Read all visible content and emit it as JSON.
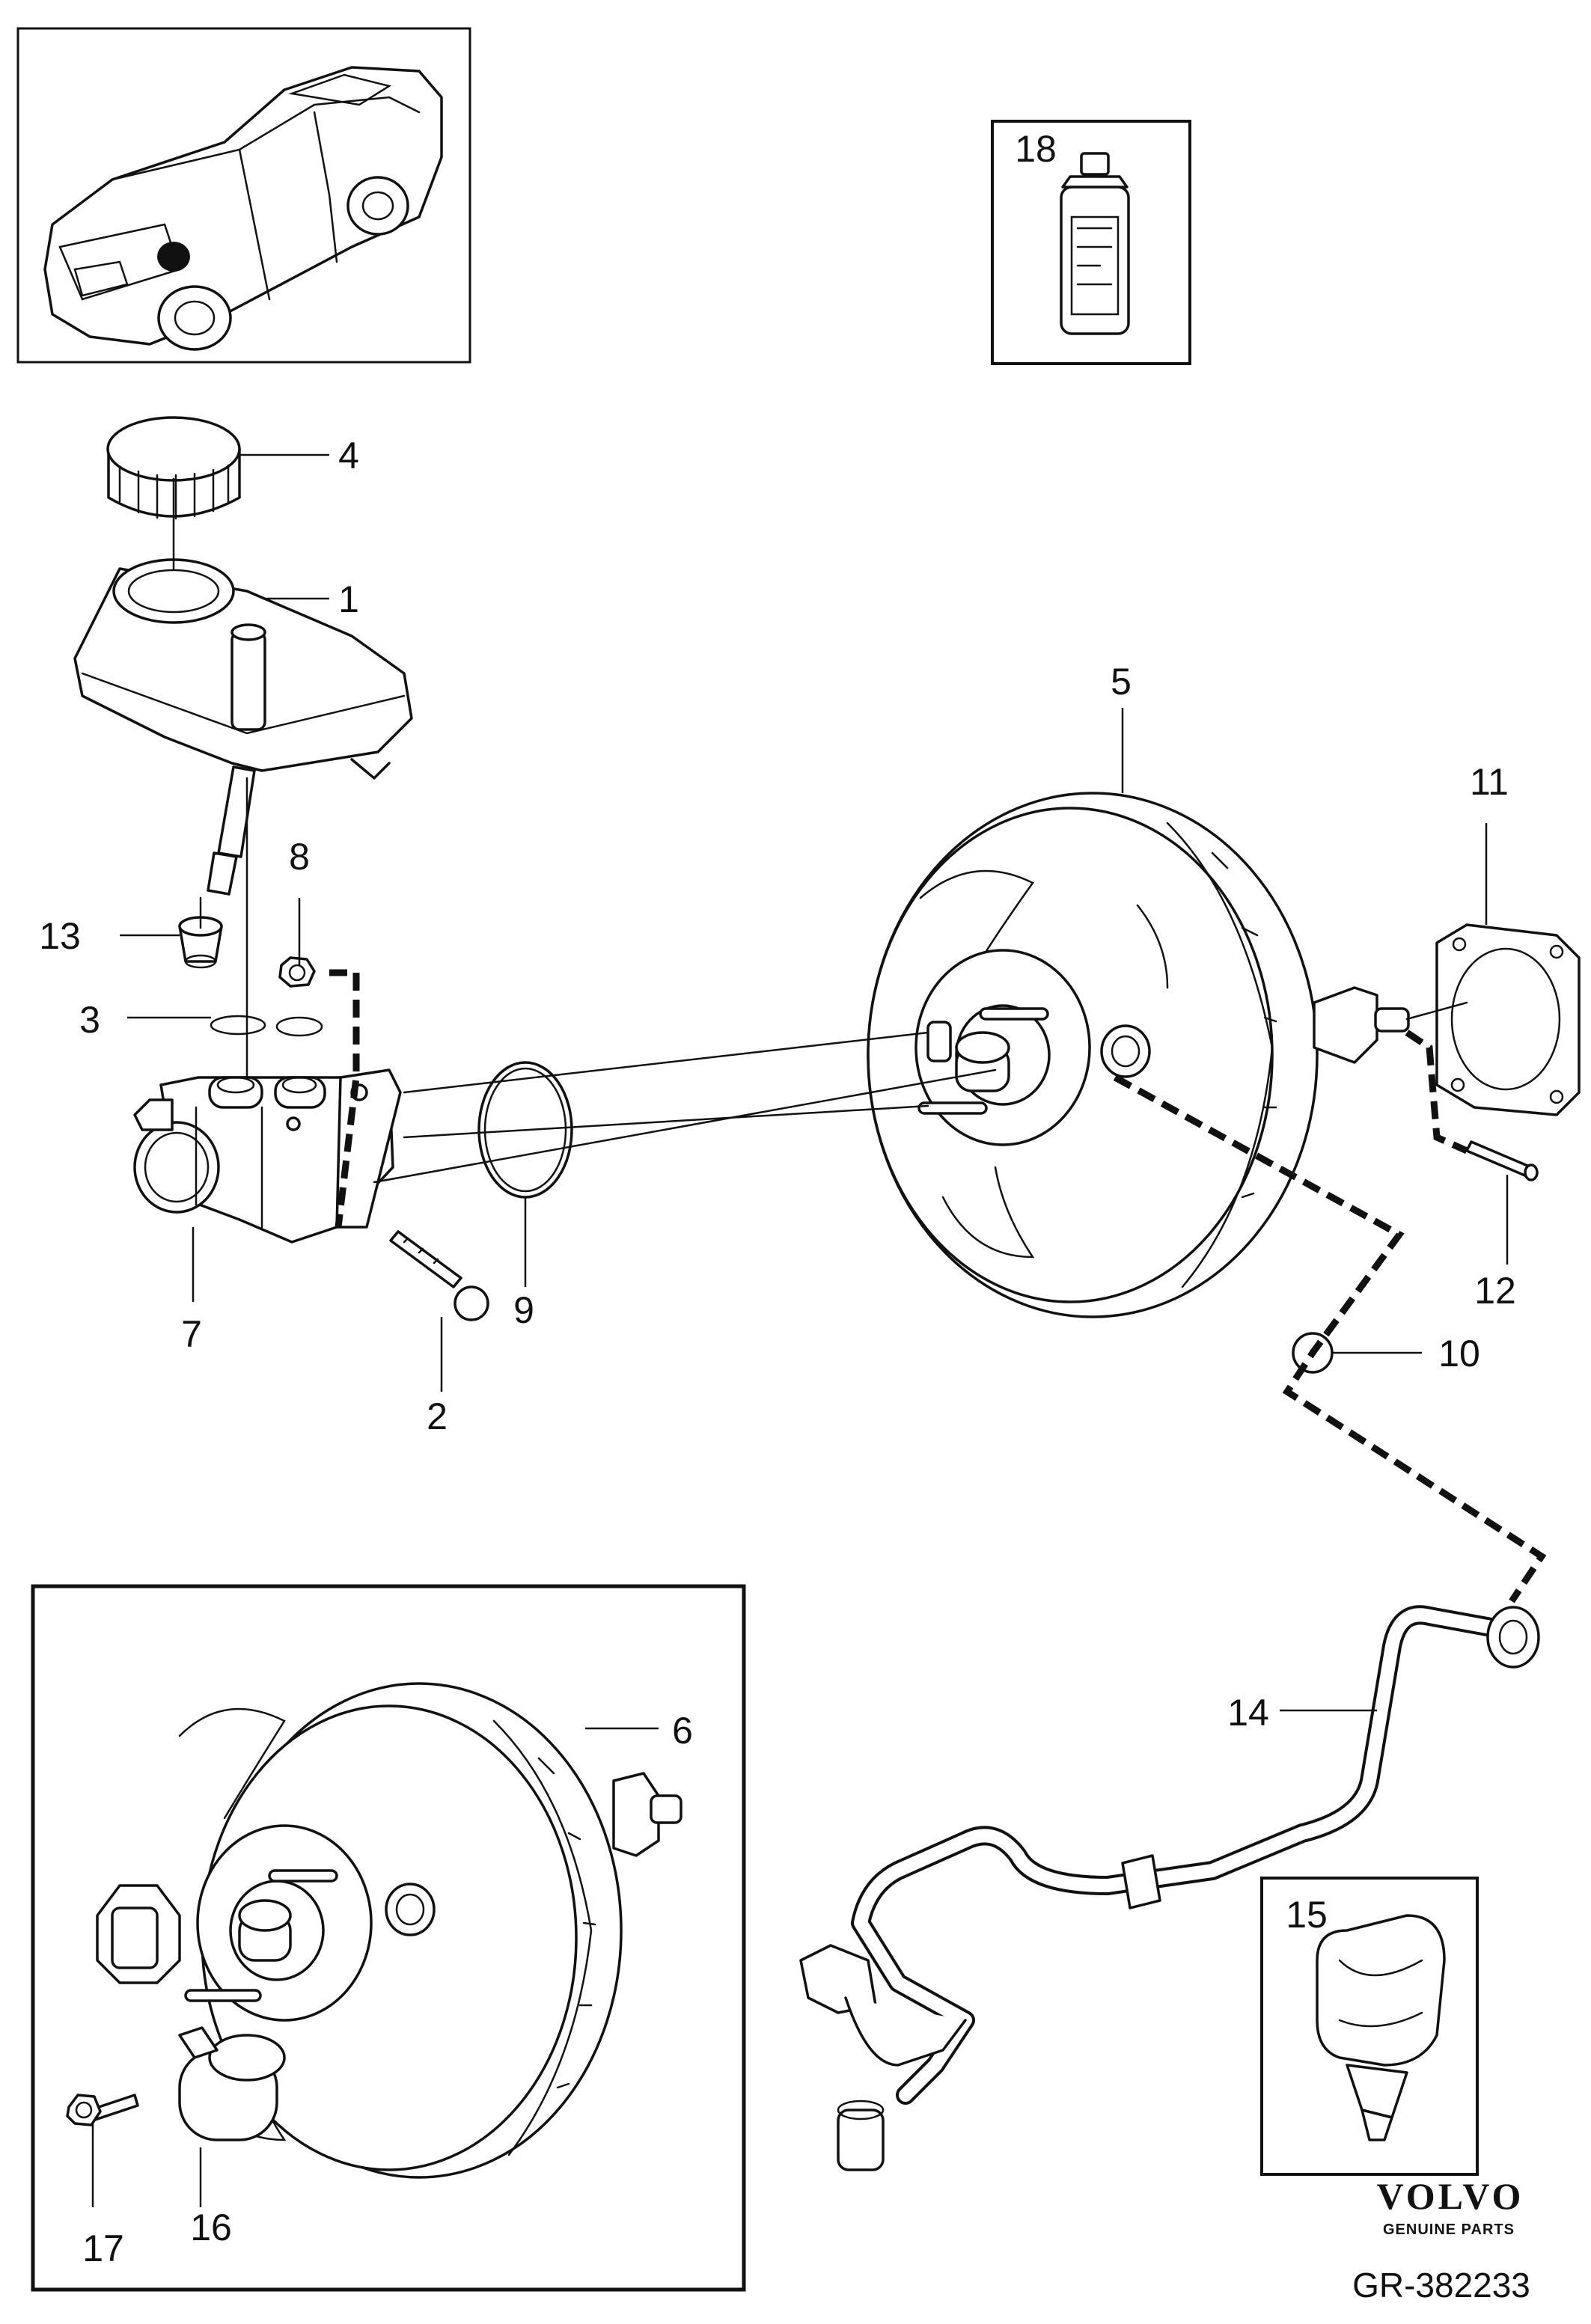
{
  "callouts": [
    {
      "id": "c1",
      "text": "1"
    },
    {
      "id": "c2",
      "text": "2"
    },
    {
      "id": "c3",
      "text": "3"
    },
    {
      "id": "c4",
      "text": "4"
    },
    {
      "id": "c5",
      "text": "5"
    },
    {
      "id": "c6",
      "text": "6"
    },
    {
      "id": "c7",
      "text": "7"
    },
    {
      "id": "c8",
      "text": "8"
    },
    {
      "id": "c9",
      "text": "9"
    },
    {
      "id": "c10",
      "text": "10"
    },
    {
      "id": "c11",
      "text": "11"
    },
    {
      "id": "c12",
      "text": "12"
    },
    {
      "id": "c13",
      "text": "13"
    },
    {
      "id": "c14",
      "text": "14"
    },
    {
      "id": "c15",
      "text": "15"
    },
    {
      "id": "c16",
      "text": "16"
    },
    {
      "id": "c17",
      "text": "17"
    },
    {
      "id": "c18",
      "text": "18"
    }
  ],
  "brand": {
    "name": "VOLVO",
    "tagline": "GENUINE PARTS"
  },
  "reference": "GR-382233"
}
